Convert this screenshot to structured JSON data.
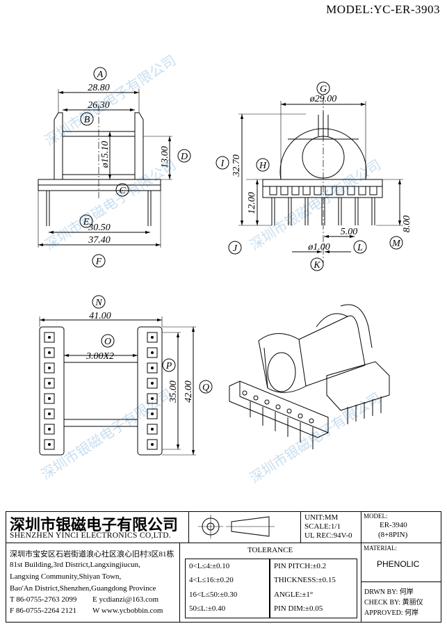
{
  "header": {
    "model": "MODEL:YC-ER-3903"
  },
  "watermark": "深圳市银磁电子有限公司",
  "front_view": {
    "labels": {
      "A": "A",
      "B": "B",
      "C": "C",
      "D": "D",
      "E": "E",
      "F": "F"
    },
    "dims": {
      "A": "28.80",
      "B": "26.30",
      "core_dia": "ø15.10",
      "D": "13.00",
      "E": "30.50",
      "F": "37.40"
    }
  },
  "side_view": {
    "labels": {
      "G": "G",
      "H": "H",
      "I": "I",
      "J": "J",
      "K": "K",
      "L": "L",
      "M": "M"
    },
    "dims": {
      "G": "ø29.00",
      "I": "32.70",
      "H": "12.00",
      "L": "5.00",
      "K": "ø1.00",
      "M": "8.00"
    }
  },
  "bottom_view": {
    "labels": {
      "N": "N",
      "O": "O",
      "P": "P",
      "Q": "Q"
    },
    "dims": {
      "N": "41.00",
      "O": "3.00X2",
      "P": "35.00",
      "Q": "42.00"
    }
  },
  "title_block": {
    "company_cn": "深圳市银磁电子有限公司",
    "company_en": "SHENZHEN YINCI ELECTRONICS CO,LTD.",
    "address_cn": "深圳市宝安区石岩街道浪心社区浪心旧村3区81栋",
    "address_en_1": "81st Building,3rd District,Langxingjiucun,",
    "address_en_2": "Langxing Community,Shiyan Town,",
    "address_en_3": "Bao'An District,Shenzhen,Guangdong Province",
    "tel": "T 86-0755-2763 2099",
    "email": "E ycdianzi@163.com",
    "fax": "F 86-0755-2264 2121",
    "web": "W www.ycbobbin.com",
    "unit": "UNIT:MM",
    "scale": "SCALE:1/1",
    "ul": "UL REC:94V-0",
    "tolerance_title": "TOLERANCE",
    "tolerances": [
      "0<L≤4:±0.10",
      "4<L≤16:±0.20",
      "16<L≤50:±0.30",
      "50≤L:±0.40"
    ],
    "specs": [
      "PIN PITCH:±0.2",
      "THICKNESS:±0.15",
      "ANGLE:±1°",
      "PIN DIM:±0.05"
    ],
    "model_label": "MODEL:",
    "model_value": "ER-3940",
    "model_pins": "(8+8PIN)",
    "material_label": "MATERIAL:",
    "material_value": "PHENOLIC",
    "drawn_by": "DRWN BY: 何岸",
    "check_by": "CHECK BY: 黄丽仪",
    "approved": "APPROVED: 何岸"
  }
}
